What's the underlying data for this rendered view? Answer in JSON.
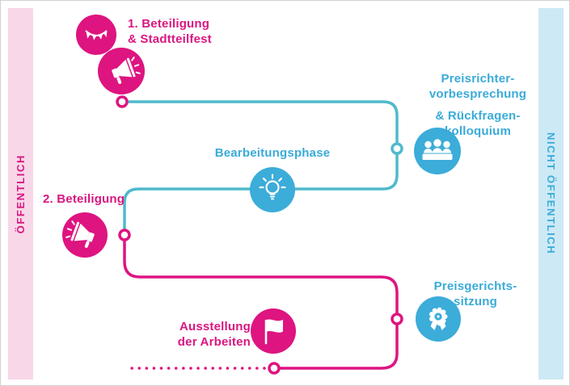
{
  "bands": {
    "left": {
      "label": "ÖFFENTLICH",
      "text_color": "#d91680",
      "bg_color": "#f8d7e9"
    },
    "right": {
      "label": "NICHT ÖFFENTLICH",
      "text_color": "#3aabd8",
      "bg_color": "#cde9f6"
    }
  },
  "nodes": {
    "beteiligung1": {
      "lines": [
        "1. Beteiligung",
        "& Stadtteilfest"
      ],
      "icons": [
        "bunting-icon",
        "megaphone-icon"
      ],
      "color": "pink"
    },
    "preisrichter": {
      "lines": [
        "Preisrichter-",
        "vorbesprechung",
        "& Rückfragen-",
        "kolloquium"
      ],
      "icon": "jury-icon",
      "color": "blue"
    },
    "bearbeitung": {
      "lines": [
        "Bearbeitungsphase"
      ],
      "icon": "lightbulb-icon",
      "color": "blue"
    },
    "beteiligung2": {
      "lines": [
        "2. Beteiligung"
      ],
      "icon": "megaphone-icon",
      "color": "pink"
    },
    "preisgericht": {
      "lines": [
        "Preisgerichts-",
        "sitzung"
      ],
      "icon": "medal-icon",
      "color": "blue"
    },
    "ausstellung": {
      "lines": [
        "Ausstellung",
        "der Arbeiten"
      ],
      "icon": "flag-icon",
      "color": "pink"
    }
  },
  "colors": {
    "pink": "#de1480",
    "blue": "#3cacd9",
    "teal_line": "#4fbacc",
    "pink_band_bg": "#f8d7e9",
    "blue_band_bg": "#cde9f6"
  }
}
